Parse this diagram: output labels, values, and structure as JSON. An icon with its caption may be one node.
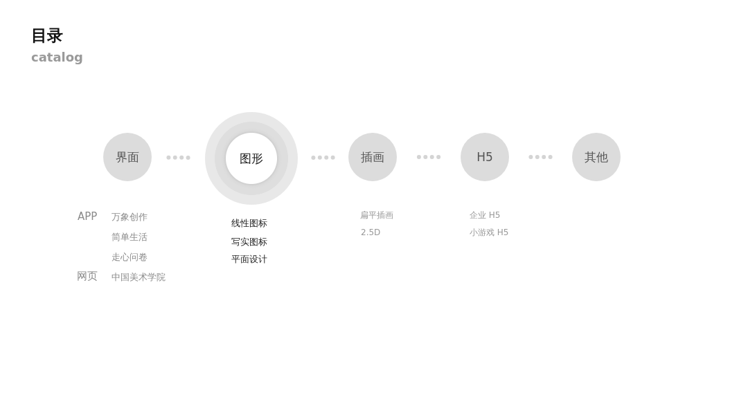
{
  "diagram": {
    "title": "目录",
    "nodes": [
      {
        "text": [
          "界面"
        ],
        "beside": [
          "APP",
          "万象创作",
          "简单生活",
          "走心问卷",
          "网页",
          "中国美术学院"
        ]
      },
      {
        "text": [
          "图形"
        ],
        "beside": [
          "线性图标",
          "写实图标",
          "平面设计"
        ]
      },
      {
        "text": [
          "插画"
        ],
        "beside": [
          "扁平插画",
          "2.5D"
        ]
      },
      {
        "text": [
          "H5"
        ],
        "beside": [
          "企业 H5",
          "小游戏 H5"
        ]
      },
      {
        "text": [
          "其他"
        ]
      }
    ],
    "edges": [
      {
        "from": 0,
        "to": 1,
        "arrow": "none",
        "style": "dashed"
      },
      {
        "from": 1,
        "to": 2,
        "arrow": "none",
        "style": "dashed"
      },
      {
        "from": 2,
        "to": 3,
        "arrow": "none",
        "style": "dashed"
      },
      {
        "from": 3,
        "to": 4,
        "arrow": "none",
        "style": "dashed"
      }
    ],
    "labels": [
      "catalog"
    ]
  }
}
